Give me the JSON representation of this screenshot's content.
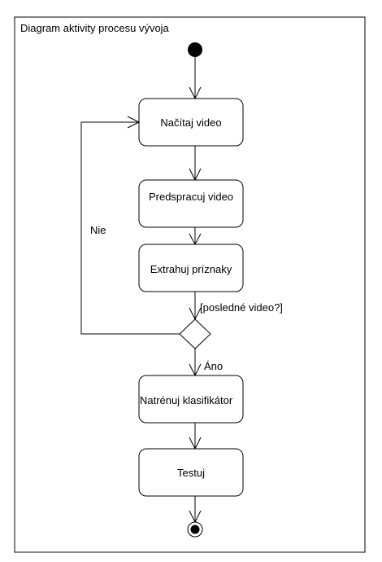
{
  "diagram": {
    "title": "Diagram aktivity procesu vývoja",
    "nodes": {
      "load_video": "Načítaj video",
      "preprocess_video": "Predspracuj video",
      "extract_features": "Extrahuj príznaky",
      "train_classifier": "Natrénuj klasifikátor",
      "test": "Testuj"
    },
    "guards": {
      "last_video": "[posledné video?]",
      "no": "Nie",
      "yes": "Áno"
    }
  }
}
